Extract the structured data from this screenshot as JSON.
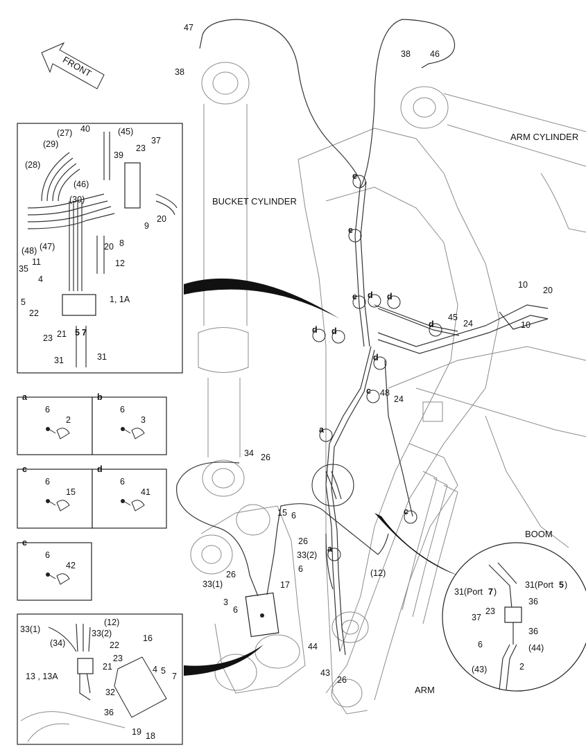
{
  "front_label": "FRONT",
  "region_labels": {
    "bucket_cylinder": "BUCKET CYLINDER",
    "arm_cylinder": "ARM CYLINDER",
    "boom": "BOOM",
    "arm": "ARM"
  },
  "detail_boxes": {
    "a": {
      "letter": "a",
      "parts": [
        "6",
        "2"
      ]
    },
    "b": {
      "letter": "b",
      "parts": [
        "6",
        "3"
      ]
    },
    "c": {
      "letter": "c",
      "parts": [
        "6",
        "15"
      ]
    },
    "d": {
      "letter": "d",
      "parts": [
        "6",
        "41"
      ]
    },
    "e": {
      "letter": "e",
      "parts": [
        "6",
        "42"
      ]
    }
  },
  "main_labels": [
    "47",
    "38",
    "38",
    "46",
    "34",
    "26",
    "15",
    "6",
    "26",
    "33(2)",
    "6",
    "26",
    "17",
    "33(1)",
    "3",
    "6",
    "(12)",
    "44",
    "43",
    "26",
    "10",
    "20",
    "10",
    "45",
    "24",
    "48",
    "24"
  ],
  "circle_markers": [
    "e",
    "e",
    "e",
    "d",
    "d",
    "d",
    "d",
    "d",
    "d",
    "c",
    "a",
    "c",
    "a"
  ],
  "inset_top_labels": [
    "(27)",
    "40",
    "(45)",
    "(29)",
    "37",
    "(28)",
    "39",
    "23",
    "(46)",
    "(30)",
    "9",
    "20",
    "(48)",
    "(47)",
    "20",
    "8",
    "11",
    "12",
    "35",
    "4",
    "5",
    "1, 1A",
    "22",
    "23",
    "21",
    "5",
    "7",
    "31",
    "31"
  ],
  "inset_bottom_labels": [
    "33(1)",
    "(12)",
    "(34)",
    "33(2)",
    "16",
    "22",
    "23",
    "21",
    "13 , 13A",
    "4",
    "5",
    "7",
    "32",
    "36",
    "19",
    "18"
  ],
  "inset_right_labels": [
    "31(Port ",
    "7",
    ")",
    "31(Port ",
    "5",
    ")",
    "36",
    "37",
    "23",
    "36",
    "6",
    "(44)",
    "(43)",
    "2"
  ]
}
